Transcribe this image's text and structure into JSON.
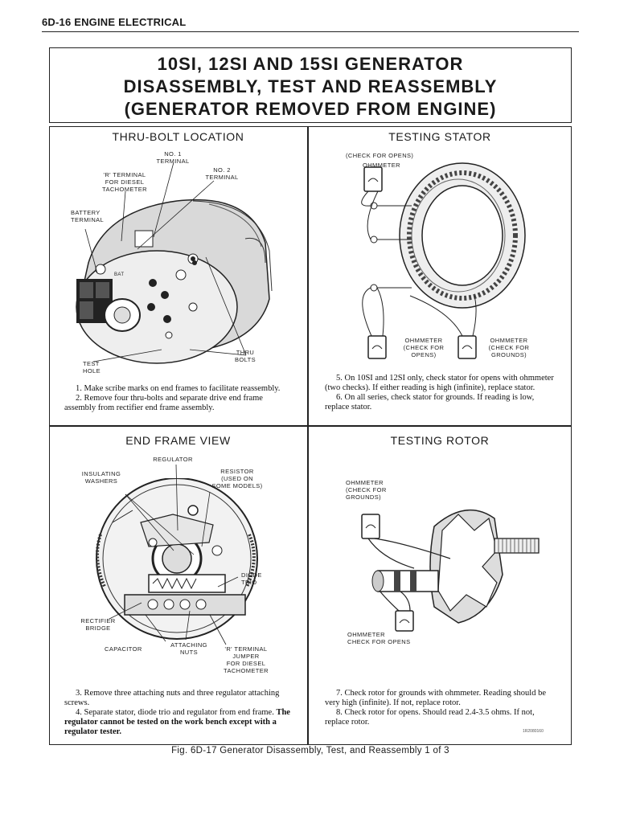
{
  "header": {
    "section": "6D-16 ENGINE ELECTRICAL"
  },
  "title": {
    "line1": "10SI, 12SI AND 15SI GENERATOR",
    "line2": "DISASSEMBLY, TEST AND REASSEMBLY",
    "line3": "(GENERATOR REMOVED FROM ENGINE)"
  },
  "panels": {
    "thru_bolt": {
      "title": "THRU-BOLT LOCATION",
      "labels": {
        "no1_terminal": "NO. 1\nTERMINAL",
        "r_terminal": "'R' TERMINAL\nFOR DIESEL\nTACHOMETER",
        "no2_terminal": "NO. 2\nTERMINAL",
        "battery_terminal": "BATTERY\nTERMINAL",
        "bat": "BAT",
        "thru_bolts": "THRU\nBOLTS",
        "test_hole": "TEST\nHOLE"
      },
      "steps": [
        "1. Make scribe marks on end frames to facilitate reassembly.",
        "2. Remove four thru-bolts and separate drive end frame assembly from rectifier end frame assembly."
      ]
    },
    "testing_stator": {
      "title": "TESTING STATOR",
      "labels": {
        "check_for_opens": "(CHECK FOR OPENS)",
        "ohmmeter_top": "OHMMETER",
        "ohmmeter_left": "OHMMETER\n(CHECK FOR\nOPENS)",
        "ohmmeter_right": "OHMMETER\n(CHECK FOR\nGROUNDS)"
      },
      "steps": [
        "5. On 10SI and 12SI only, check stator for opens with ohmmeter (two checks). If either reading is high (infinite), replace stator.",
        "6. On all series, check stator for grounds. If reading is low, replace stator."
      ]
    },
    "end_frame": {
      "title": "END FRAME VIEW",
      "labels": {
        "regulator": "REGULATOR",
        "insulating_washers": "INSULATING\nWASHERS",
        "resistor": "RESISTOR\n(USED ON\nSOME MODELS)",
        "diode_trio": "DIODE\nTRIO",
        "rectifier_bridge": "RECTIFIER\nBRIDGE",
        "capacitor": "CAPACITOR",
        "attaching_nuts": "ATTACHING\nNUTS",
        "r_terminal_jumper": "'R' TERMINAL\nJUMPER\nFOR DIESEL\nTACHOMETER"
      },
      "step3": "3. Remove three attaching nuts and three regulator attaching screws.",
      "step4": "4. Separate stator, diode trio and regulator from end frame.",
      "step4_bold": "The regulator cannot be tested on the work bench except with a regulator tester."
    },
    "testing_rotor": {
      "title": "TESTING ROTOR",
      "labels": {
        "ohmmeter_grounds": "OHMMETER\n(CHECK FOR\nGROUNDS)",
        "ohmmeter_opens": "OHMMETER\nCHECK FOR OPENS"
      },
      "steps": [
        "7. Check rotor for grounds with ohmmeter. Reading should be very high (infinite). If not, replace rotor.",
        "8. Check rotor for opens. Should read 2.4-3.5 ohms. If not, replace rotor."
      ],
      "doc_number": "1R2080160"
    }
  },
  "caption": "Fig. 6D-17 Generator Disassembly, Test, and Reassembly 1 of 3"
}
